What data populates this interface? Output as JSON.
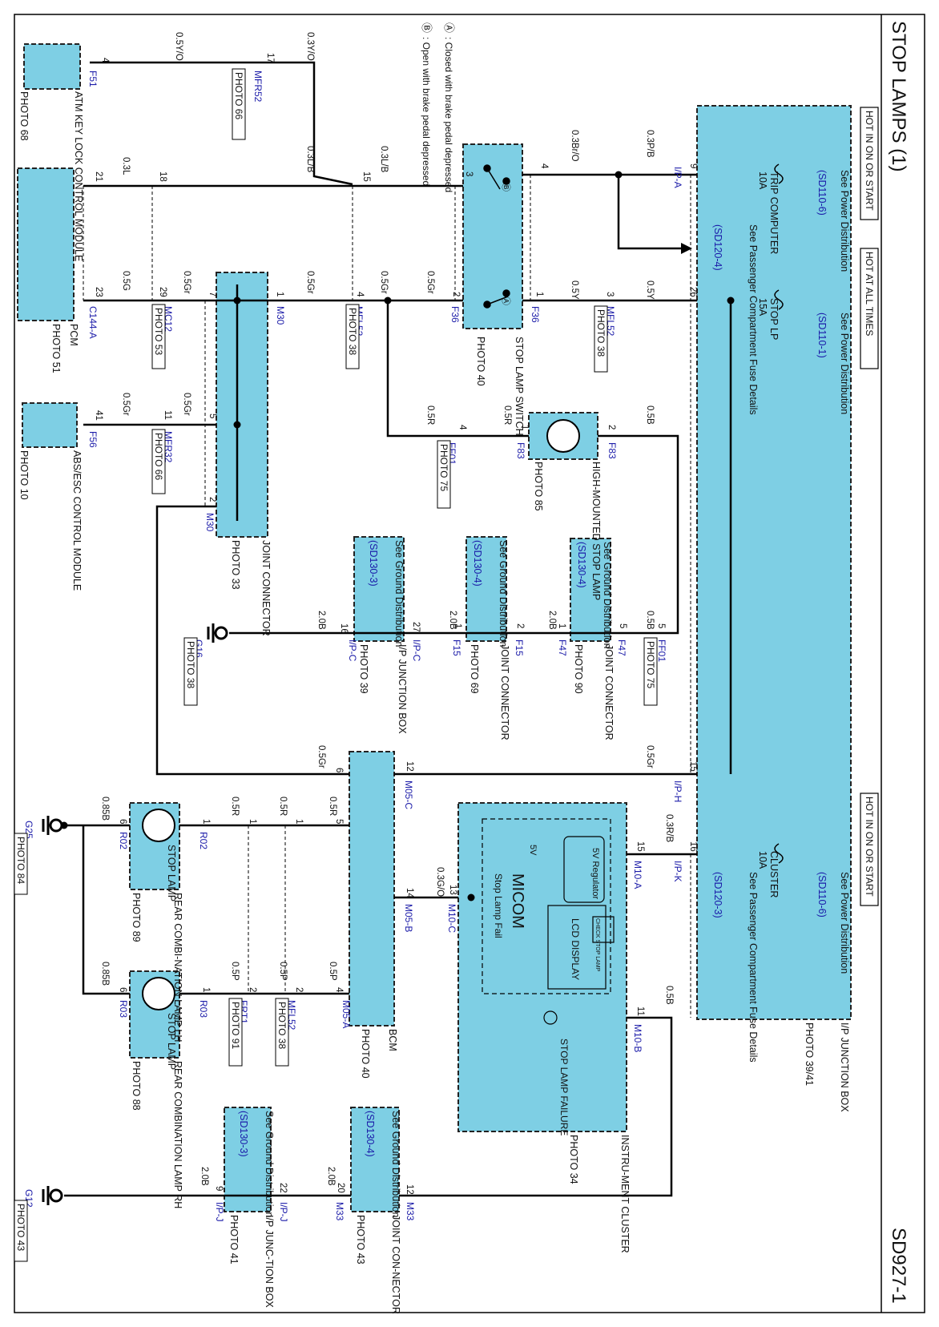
{
  "page": {
    "title": "STOP LAMPS (1)",
    "code": "SD927-1"
  },
  "power_headers": [
    "HOT IN ON OR START",
    "HOT AT ALL TIMES",
    "HOT IN ON OR START"
  ],
  "fuses": {
    "trip_computer": {
      "name": "TRIP COMPUTER",
      "rating": "10A"
    },
    "stop_lp": {
      "name": "STOP LP",
      "rating": "15A"
    },
    "cluster": {
      "name": "CLUSTER",
      "rating": "10A"
    }
  },
  "refs": {
    "see_power": "See Power Distribution",
    "see_passenger": "See Passenger Compartment Fuse Details",
    "see_ground": "See Ground Distribution",
    "sd110_6": "(SD110-6)",
    "sd110_1": "(SD110-1)",
    "sd120_4": "(SD120-4)",
    "sd120_3": "(SD120-3)",
    "sd130_3": "(SD130-3)",
    "sd130_4": "(SD130-4)"
  },
  "legend": {
    "a": ": Closed with brake pedal depressed",
    "b": ": Open with brake pedal depressed"
  },
  "components": {
    "ip_junction_box": {
      "name": "I/P JUNCTION BOX",
      "photo": "PHOTO 39/41"
    },
    "stop_lamp_switch": {
      "name": "STOP LAMP SWITCH",
      "photo": "PHOTO 40"
    },
    "atm_key_lock": {
      "name": "ATM KEY LOCK CONTROL MODULE",
      "photo": "PHOTO 68"
    },
    "pcm": {
      "name": "PCM",
      "photo": "PHOTO 51"
    },
    "abs_esc": {
      "name": "ABS/ESC CONTROL MODULE",
      "photo": "PHOTO 10"
    },
    "joint_connector_m30": {
      "name": "JOINT CONNECTOR",
      "photo": "PHOTO 33"
    },
    "hmsl": {
      "name": "HIGH-MOUNTED STOP LAMP",
      "photo": "PHOTO 85"
    },
    "jc_f47": {
      "name": "JOINT CONNECTOR",
      "photo": "PHOTO 90"
    },
    "jc_f15": {
      "name": "JOINT CONNECTOR",
      "photo": "PHOTO 69"
    },
    "ip_jb_c": {
      "name": "I/P JUNCTION BOX",
      "photo": "PHOTO 39"
    },
    "bcm": {
      "name": "BCM",
      "photo": "PHOTO 40"
    },
    "cluster": {
      "name": "INSTRU-MENT CLUSTER",
      "photo": "PHOTO 34",
      "micom": "MICOM",
      "stop_fail": "Stop Lamp Fail",
      "lcd": "LCD DISPLAY",
      "regulator": "5V Regulator",
      "v5": "5V",
      "check": "CHECK STOP LAMP",
      "failure": "STOP LAMP FAILURE"
    },
    "rear_lh": {
      "name": "REAR COMBI-NATION LAMP LH",
      "photo": "PHOTO 89",
      "lamp": "STOP LAMP"
    },
    "rear_rh": {
      "name": "REAR COMBINATION LAMP RH",
      "photo": "PHOTO 88",
      "lamp": "STOP LAMP"
    },
    "jc_m33": {
      "name": "JOINT CON-NECTOR",
      "photo": "PHOTO 43"
    },
    "ip_junc_j": {
      "name": "I/P JUNC-TION BOX",
      "photo": "PHOTO 41"
    }
  },
  "photos": {
    "mfr52": "PHOTO 66",
    "mfl52": "PHOTO 38",
    "mc12": "PHOTO 53",
    "mfr32": "PHOTO 66",
    "ff01a": "PHOTO 75",
    "ff01b": "PHOTO 75",
    "mfl52b": "PHOTO 38",
    "g16": "PHOTO 38",
    "g25": "PHOTO 84",
    "frt1": "PHOTO 91",
    "mfl52c": "PHOTO 38",
    "g12": "PHOTO 43"
  },
  "connectors": {
    "ip_a": "I/P-A",
    "f51": "F51",
    "mfr52": "MFR52",
    "f36a": "F36",
    "f36b": "F36",
    "mfl52": "MFL52",
    "m30a": "M30",
    "m30b": "M30",
    "mc12": "MC12",
    "c144a": "C144-A",
    "f56": "F56",
    "mfr32": "MFR32",
    "f83a": "F83",
    "f83b": "F83",
    "ff01a": "FF01",
    "ff01b": "FF01",
    "f47a": "F47",
    "f47b": "F47",
    "f15a": "F15",
    "f15b": "F15",
    "ip_c1": "I/P-C",
    "ip_c2": "I/P-C",
    "g16": "G16",
    "ip_h": "I/P-H",
    "m05c": "M05-C",
    "m05b": "M05-B",
    "m05a": "M05-A",
    "ip_k": "I/P-K",
    "m10a": "M10-A",
    "m10c": "M10-C",
    "m10b": "M10-B",
    "r02a": "R02",
    "r02b": "R02",
    "r03a": "R03",
    "r03b": "R03",
    "frt1": "FRT1",
    "mfl52c": "MFL52",
    "g25": "G25",
    "m33a": "M33",
    "m33b": "M33",
    "ip_j1": "I/P-J",
    "ip_j2": "I/P-J",
    "g12": "G12"
  },
  "wires": {
    "w1": "0.5Y/O",
    "w2": "0.3Y/O",
    "w3": "0.3Br/O",
    "w4": "0.3P/B",
    "w5": "0.3L",
    "w6": "0.3L/B",
    "w7": "0.3L/B",
    "w8": "0.5G",
    "w9": "0.5Gr",
    "w10": "0.5Gr",
    "w11": "0.5Gr",
    "w12": "0.5Gr",
    "w13": "0.5Y",
    "w14": "0.5Y",
    "w15": "0.5Gr",
    "w16": "0.5Gr",
    "w17": "0.5R",
    "w18": "0.5R",
    "w19": "0.5B",
    "w20": "0.5B",
    "w21": "2.0B",
    "w22": "2.0B",
    "w23": "2.0B",
    "w24": "0.5Gr",
    "w25": "0.5Gr",
    "w26": "0.3R/B",
    "w27": "0.5B",
    "w28": "0.3G/O",
    "w29": "0.85B",
    "w30": "0.85B",
    "w31": "0.5R",
    "w32": "0.5R",
    "w33": "0.5R",
    "w34": "0.5P",
    "w35": "0.5P",
    "w36": "0.5P",
    "w37": "2.0B",
    "w38": "2.0B"
  },
  "pins": {
    "p1": "4",
    "p2": "17",
    "p3": "21",
    "p4": "18",
    "p5": "15",
    "p6": "3",
    "p7": "4",
    "p8": "9",
    "p9": "23",
    "p10": "29",
    "p11": "7",
    "p12": "1",
    "p13": "4",
    "p14": "2",
    "p15": "1",
    "p16": "3",
    "p17": "26",
    "p18": "41",
    "p19": "11",
    "p20": "5",
    "p21": "2",
    "p22": "4",
    "p23": "1",
    "p24": "2",
    "p25": "16",
    "p26": "27",
    "p27": "1",
    "p28": "2",
    "p29": "1",
    "p30": "5",
    "p31": "5",
    "p32": "12",
    "p33": "15",
    "p34": "6",
    "p35": "5",
    "p36": "14",
    "p37": "13",
    "p38": "4",
    "p39": "16",
    "p40": "15",
    "p41": "11",
    "p42": "6",
    "p43": "1",
    "p44": "1",
    "p45": "1",
    "p46": "6",
    "p47": "1",
    "p48": "2",
    "p49": "2",
    "p50": "12",
    "p51": "20",
    "p52": "22",
    "p53": "9"
  },
  "colors": {
    "component_fill": "#7ecfe4",
    "wire": "#000000",
    "connector_text": "#1a1aa8"
  }
}
